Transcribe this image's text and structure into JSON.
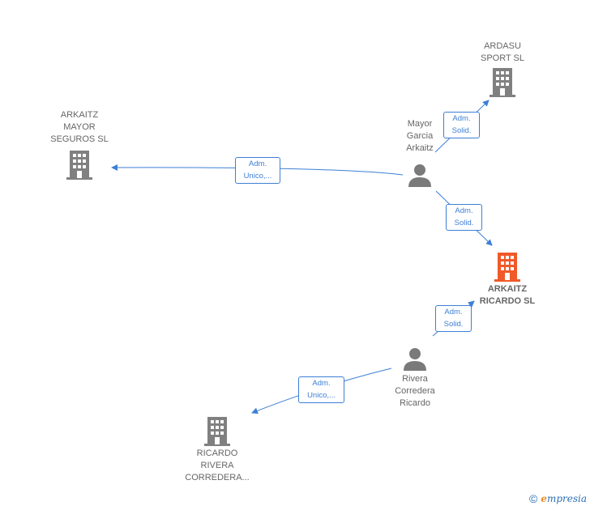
{
  "colors": {
    "edge": "#3d7fd6",
    "company": "#808080",
    "highlight": "#f05a28",
    "person": "#7a7a7a"
  },
  "nodes": {
    "ardasu": {
      "label": "ARDASU\nSPORT  SL",
      "icon": "building-icon"
    },
    "mayor_seguros": {
      "label": "ARKAITZ\nMAYOR\nSEGUROS  SL",
      "icon": "building-icon"
    },
    "mayor_person": {
      "label": "Mayor\nGarcia\nArkaitz",
      "icon": "person-icon"
    },
    "arkaitz_ricardo": {
      "label": "ARKAITZ\nRICARDO  SL",
      "icon": "building-icon",
      "highlighted": true
    },
    "rivera_person": {
      "label": "Rivera\nCorredera\nRicardo",
      "icon": "person-icon"
    },
    "ricardo_rivera": {
      "label": "RICARDO\nRIVERA\nCORREDERA...",
      "icon": "building-icon"
    }
  },
  "edges": {
    "e1": {
      "label": "Adm.\nSolid."
    },
    "e2": {
      "label": "Adm.\nUnico,..."
    },
    "e3": {
      "label": "Adm.\nSolid."
    },
    "e4": {
      "label": "Adm.\nSolid."
    },
    "e5": {
      "label": "Adm.\nUnico,..."
    }
  },
  "footer": {
    "copyright": "©",
    "brand_first": "e",
    "brand_rest": "mpresia"
  }
}
